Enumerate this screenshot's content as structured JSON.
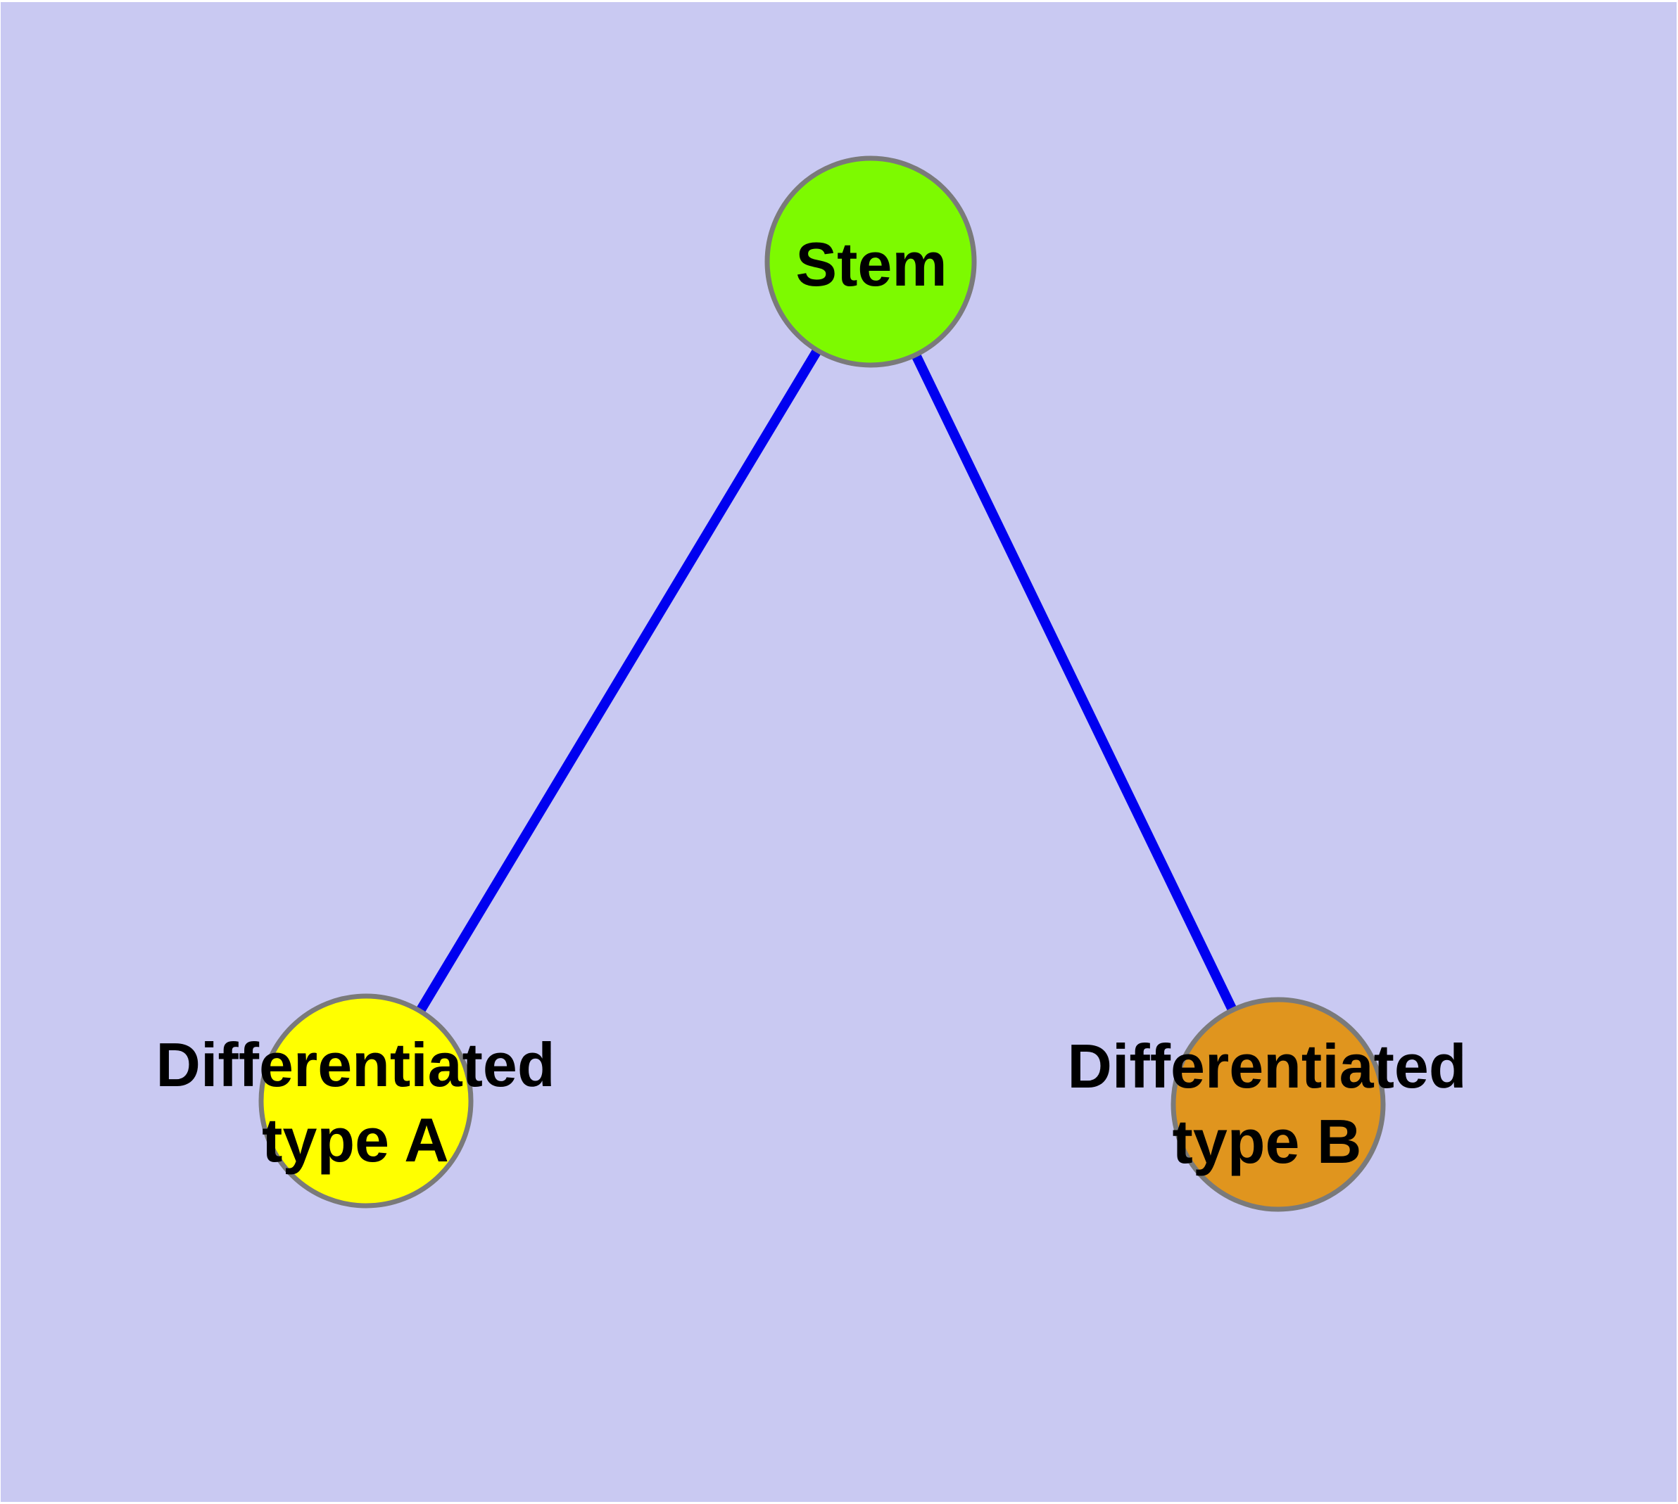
{
  "diagram": {
    "background_color": "#c9c9f2",
    "edge_color": "#0000f0",
    "node_border_color": "#7a7a7a",
    "text_color": "#000000",
    "nodes": [
      {
        "id": "stem",
        "label": "Stem",
        "fill_color": "#7dfa00"
      },
      {
        "id": "differentiated-type-a",
        "label_line1": "Differentiated",
        "label_line2": "type A",
        "fill_color": "#ffff00"
      },
      {
        "id": "differentiated-type-b",
        "label_line1": "Differentiated",
        "label_line2": "type B",
        "fill_color": "#e0951e"
      }
    ],
    "edges": [
      {
        "from": "Stem",
        "to": "Differentiated type A"
      },
      {
        "from": "Stem",
        "to": "Differentiated type B"
      }
    ]
  }
}
